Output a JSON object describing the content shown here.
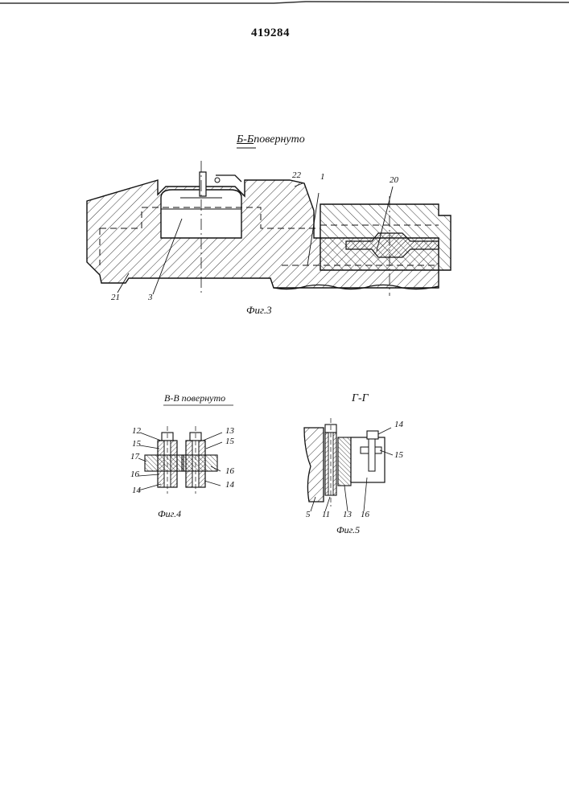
{
  "document": {
    "patent_number": "419284"
  },
  "figures": {
    "fig3": {
      "section_title_underlined": "Б-Б",
      "section_title_rest": "повернуто",
      "caption": "Фиг.3",
      "labels": {
        "l22": "22",
        "l1": "1",
        "l20": "20",
        "l21": "21",
        "l3": "3"
      }
    },
    "fig4": {
      "section_title": "В-В повернуто",
      "caption": "Фиг.4",
      "labels": {
        "l12": "12",
        "l13": "13",
        "l15a": "15",
        "l15b": "15",
        "l17": "17",
        "l16a": "16",
        "l16b": "16",
        "l14a": "14",
        "l14b": "14"
      }
    },
    "fig5": {
      "section_title": "Г-Г",
      "caption": "Фиг.5",
      "labels": {
        "l14": "14",
        "l15": "15",
        "l5": "5",
        "l11": "11",
        "l13": "13",
        "l16": "16"
      }
    }
  }
}
